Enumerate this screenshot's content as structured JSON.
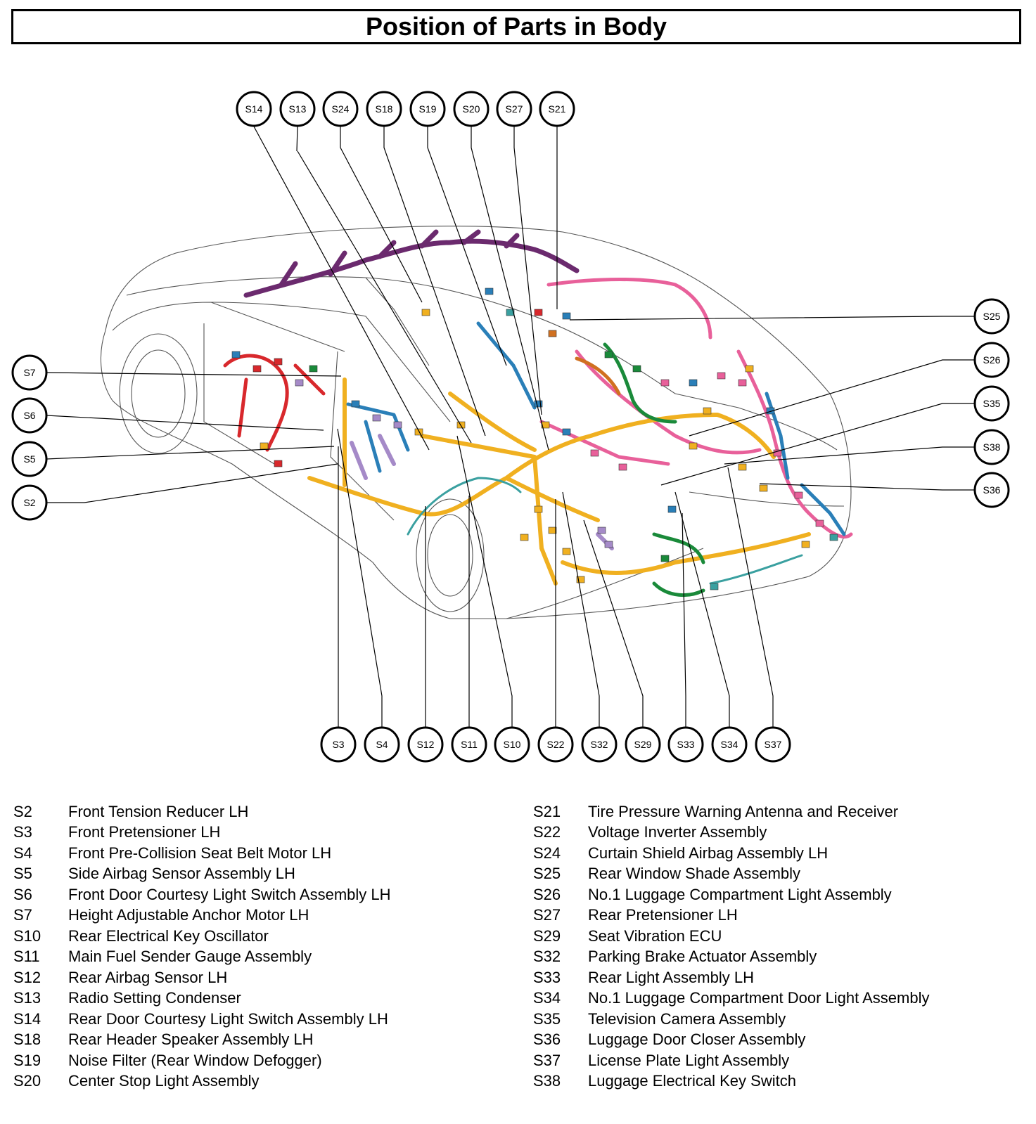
{
  "title": "Position of Parts in Body",
  "top_callouts": [
    "S14",
    "S13",
    "S24",
    "S18",
    "S19",
    "S20",
    "S27",
    "S21"
  ],
  "bottom_callouts": [
    "S3",
    "S4",
    "S12",
    "S11",
    "S10",
    "S22",
    "S32",
    "S29",
    "S33",
    "S34",
    "S37"
  ],
  "left_callouts": [
    "S7",
    "S6",
    "S5",
    "S2"
  ],
  "right_callouts": [
    "S25",
    "S26",
    "S35",
    "S38",
    "S36"
  ],
  "legend_left": [
    {
      "code": "S2",
      "name": "Front Tension Reducer LH"
    },
    {
      "code": "S3",
      "name": "Front Pretensioner LH"
    },
    {
      "code": "S4",
      "name": "Front Pre-Collision Seat Belt Motor LH"
    },
    {
      "code": "S5",
      "name": "Side Airbag Sensor Assembly LH"
    },
    {
      "code": "S6",
      "name": "Front Door Courtesy Light Switch Assembly LH"
    },
    {
      "code": "S7",
      "name": "Height Adjustable Anchor Motor LH"
    },
    {
      "code": "S10",
      "name": "Rear Electrical Key Oscillator"
    },
    {
      "code": "S11",
      "name": "Main Fuel Sender Gauge Assembly"
    },
    {
      "code": "S12",
      "name": "Rear Airbag Sensor LH"
    },
    {
      "code": "S13",
      "name": "Radio Setting Condenser"
    },
    {
      "code": "S14",
      "name": "Rear Door Courtesy Light Switch Assembly LH"
    },
    {
      "code": "S18",
      "name": "Rear Header Speaker Assembly LH"
    },
    {
      "code": "S19",
      "name": "Noise Filter (Rear Window Defogger)"
    },
    {
      "code": "S20",
      "name": "Center Stop Light Assembly"
    }
  ],
  "legend_right": [
    {
      "code": "S21",
      "name": "Tire Pressure Warning Antenna and Receiver"
    },
    {
      "code": "S22",
      "name": "Voltage Inverter Assembly"
    },
    {
      "code": "S24",
      "name": "Curtain Shield Airbag Assembly LH"
    },
    {
      "code": "S25",
      "name": "Rear Window Shade Assembly"
    },
    {
      "code": "S26",
      "name": "No.1 Luggage Compartment Light Assembly"
    },
    {
      "code": "S27",
      "name": "Rear Pretensioner LH"
    },
    {
      "code": "S29",
      "name": "Seat Vibration ECU"
    },
    {
      "code": "S32",
      "name": "Parking Brake Actuator Assembly"
    },
    {
      "code": "S33",
      "name": "Rear Light Assembly LH"
    },
    {
      "code": "S34",
      "name": "No.1 Luggage Compartment Door Light Assembly"
    },
    {
      "code": "S35",
      "name": "Television Camera Assembly"
    },
    {
      "code": "S36",
      "name": "Luggage Door Closer Assembly"
    },
    {
      "code": "S37",
      "name": "License Plate Light Assembly"
    },
    {
      "code": "S38",
      "name": "Luggage Electrical Key Switch"
    }
  ],
  "harness_colors": {
    "yellow": "#f0b020",
    "pink": "#e8609a",
    "purple": "#6b2a6e",
    "blue": "#2a7fb8",
    "green": "#1a8a3a",
    "red": "#d8282c",
    "teal": "#3aa0a0",
    "lilac": "#a58ac8",
    "orange": "#d07020"
  }
}
